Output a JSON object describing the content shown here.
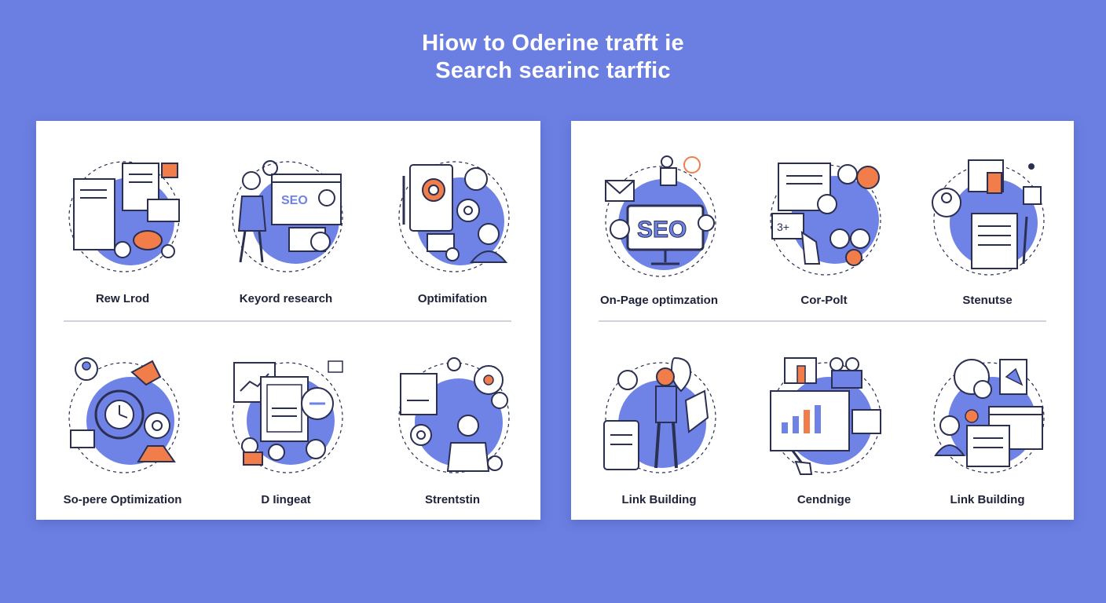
{
  "page": {
    "title_line1": "Hiow to Oderine trafft ie",
    "title_line2": "Search searinc tarffic",
    "colors": {
      "background": "#6b7fe3",
      "panel": "#ffffff",
      "accent_blue": "#6f82e6",
      "accent_orange": "#f07d4a",
      "ink": "#2b2f52"
    }
  },
  "panels": [
    {
      "cells": [
        {
          "label": "Rew Lrod",
          "icon": "document-analysis-icon"
        },
        {
          "label": "Keyord research",
          "icon": "keyword-research-icon"
        },
        {
          "label": "Optimifation",
          "icon": "optimization-gears-icon"
        },
        {
          "label": "So-pere Optimization",
          "icon": "gear-analytics-icon"
        },
        {
          "label": "D Iingeat",
          "icon": "report-document-icon"
        },
        {
          "label": "Strentstin",
          "icon": "strategy-person-icon"
        }
      ]
    },
    {
      "cells": [
        {
          "label": "On-Page optimzation",
          "icon": "seo-monitor-icon",
          "badge": "SEO"
        },
        {
          "label": "Cor-Polt",
          "icon": "content-touch-icon",
          "badge": "3+"
        },
        {
          "label": "Stenutse",
          "icon": "user-document-icon"
        },
        {
          "label": "Link Building",
          "icon": "link-building-person-icon"
        },
        {
          "label": "Cendnige",
          "icon": "dashboard-chart-icon"
        },
        {
          "label": "Link Building",
          "icon": "team-browser-icon"
        }
      ]
    }
  ]
}
